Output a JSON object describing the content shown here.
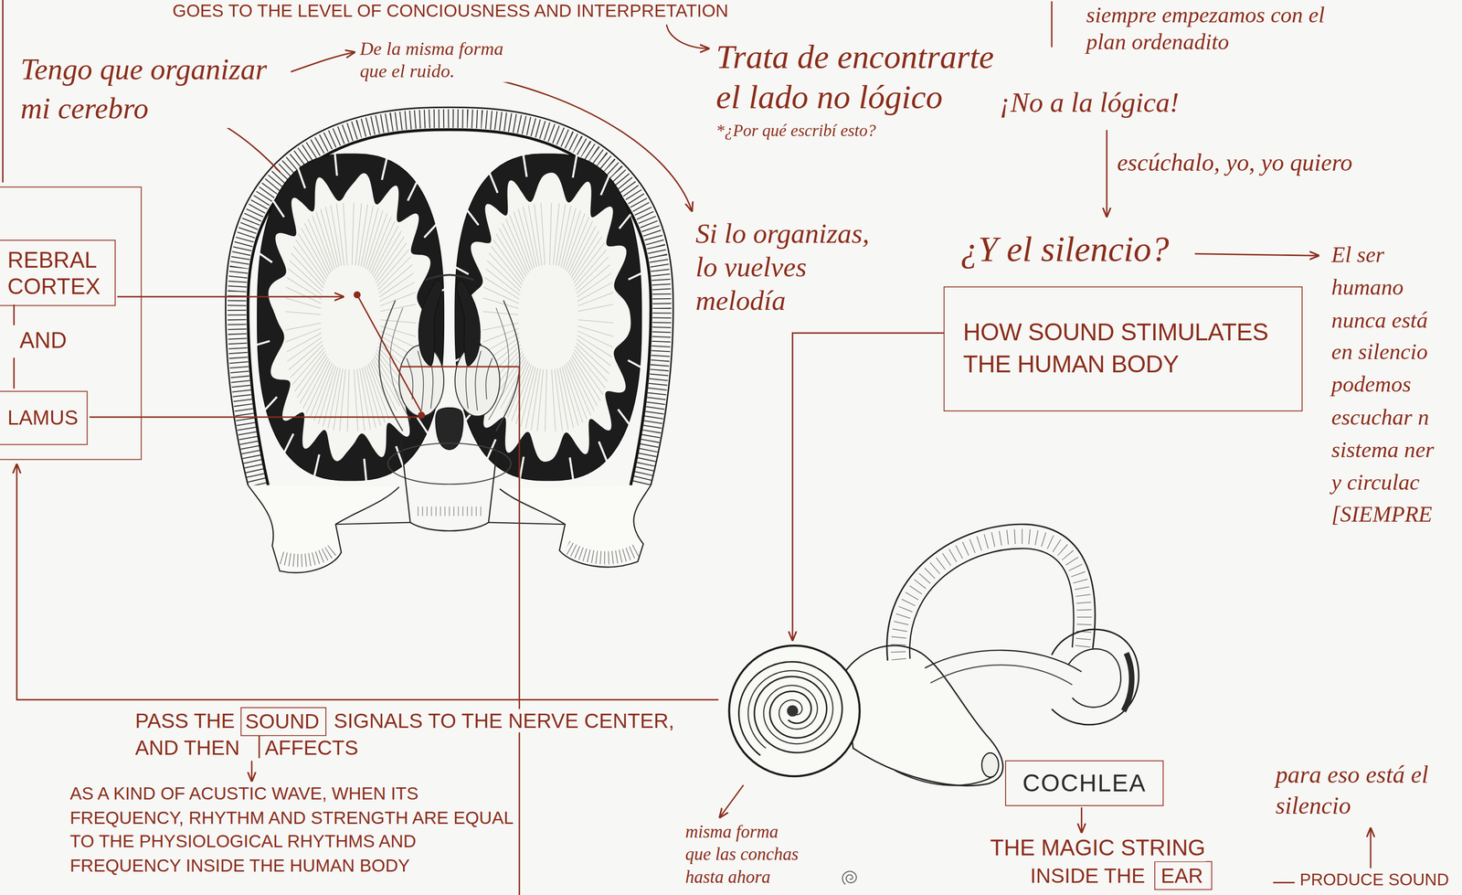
{
  "diagram": {
    "nodes": [
      {
        "text": [
          "AND"
        ]
      },
      {
        "text": [
          "REBRAL CORTEX"
        ],
        "in": 0
      },
      {
        "text": [
          "LAMUS"
        ],
        "in": 0
      },
      {
        "text": [
          "HOW SOUND STIMULATES THE HUMAN BODY"
        ]
      },
      {
        "text": [
          "SOUND"
        ]
      },
      {
        "text": [
          "COCHLEA"
        ]
      },
      {
        "text": [
          "EAR"
        ]
      }
    ],
    "labels": [
      "GOES TO THE LEVEL OF CONCIOUSNESS AND INTERPRETATION",
      "siempre empezamos con el plan ordenadito",
      "Tengo que organizar mi cerebro",
      "De la misma forma que el ruido.",
      "Trata de encontrarte el lado no lógico",
      "¡No a la lógica!",
      "*¿Por qué escribí esto?",
      "escúchalo, yo, yo quiero",
      "Si lo organizas, lo vuelves melodía",
      "¿Y el silencio?",
      "El ser humano nunca está en silencio podemos escuchar n sistema ner y circulac [SIEMPRE",
      "PASS THE",
      "SIGNALS TO THE NERVE CENTER,",
      "AND THEN",
      "AFFECTS",
      "AS A KIND OF ACUSTIC WAVE, WHEN ITS FREQUENCY, RHYTHM AND STRENGTH ARE EQUAL TO THE PHYSIOLOGICAL RHYTHMS AND FREQUENCY INSIDE THE HUMAN BODY",
      "misma forma que las conchas hasta ahora",
      "THE MAGIC STRING",
      "INSIDE THE",
      "para eso está el silencio",
      "PRODUCE SOUND"
    ]
  }
}
